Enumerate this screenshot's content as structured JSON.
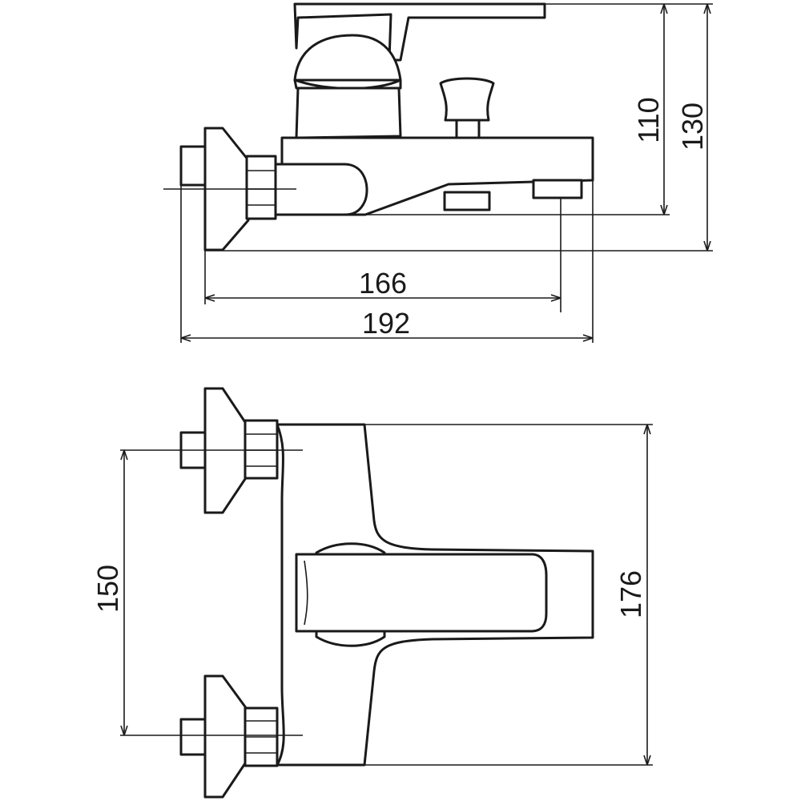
{
  "colors": {
    "line": "#1a1a1a",
    "background": "#ffffff"
  },
  "side_view": {
    "dim_width_spout": "166",
    "dim_width_total": "192",
    "dim_height_body": "110",
    "dim_height_total": "130"
  },
  "top_view": {
    "dim_inlet_spacing": "150",
    "dim_depth_total": "176"
  }
}
